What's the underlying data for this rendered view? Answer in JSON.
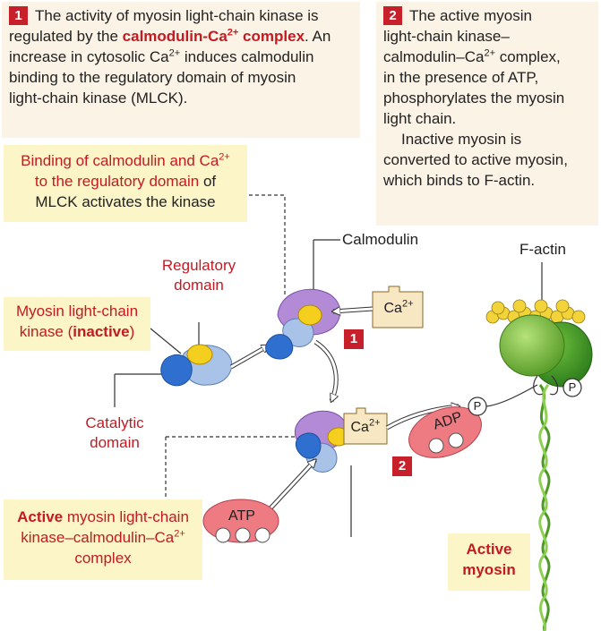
{
  "panel1": {
    "step": "1",
    "line1": "The activity of myosin light-chain kinase is",
    "line2_pre": "regulated by the ",
    "line2_hl": "calmodulin-Ca",
    "line2_hl_sup": "2+",
    "line2_hl_post": " complex",
    "line2_post": ". An",
    "line3_pre": "increase in cytosolic Ca",
    "line3_sup": "2+",
    "line3_post": " induces calmodulin",
    "line4": "binding to the regulatory domain of myosin",
    "line5": "light-chain kinase (MLCK)."
  },
  "panel2": {
    "step": "2",
    "line1": "The active myosin",
    "line2": "light-chain kinase–",
    "line3_pre": "calmodulin–Ca",
    "line3_sup": "2+",
    "line3_post": " complex,",
    "line4": "in the presence of ATP,",
    "line5": "phosphorylates the myosin",
    "line6": "light chain.",
    "line7": "Inactive myosin is",
    "line8": "converted to active myosin,",
    "line9": "which binds to F-actin."
  },
  "binding_callout": {
    "line1_pre": "Binding of calmodulin and Ca",
    "line1_sup": "2+",
    "line2_red": "to the regulatory domain",
    "line2_post": " of",
    "line3": "MLCK activates the kinase"
  },
  "inactive_callout": {
    "line1": "Myosin light-chain",
    "line2_pre": "kinase (",
    "line2_bold": "inactive",
    "line2_post": ")"
  },
  "active_callout": {
    "line1_bold": "Active",
    "line1_post": " myosin light-chain",
    "line2_pre": "kinase–calmodulin–Ca",
    "line2_sup": "2+",
    "line3": "complex"
  },
  "labels": {
    "regulatory_domain_1": "Regulatory",
    "regulatory_domain_2": "domain",
    "catalytic_domain_1": "Catalytic",
    "catalytic_domain_2": "domain",
    "calmodulin": "Calmodulin",
    "f_actin": "F-actin",
    "active_myosin_1": "Active",
    "active_myosin_2": "myosin",
    "ca_box_1": "Ca",
    "ca_box_2": "Ca",
    "ca_sup": "2+",
    "adp": "ADP",
    "atp": "ATP",
    "phosphate": "P",
    "badge_1": "1",
    "badge_2": "2"
  },
  "colors": {
    "step_red": "#c8202a",
    "panel_bg": "#fbf3e6",
    "callout_bg": "#fbf5c8",
    "kinase_blue": "#2f6fcf",
    "kinase_light": "#a9c2e8",
    "calmodulin_purple": "#b38ad6",
    "regulatory_yellow": "#f5cf1e",
    "myosin_green": "#7cc341",
    "nucleotide_pink": "#ee7a82"
  }
}
